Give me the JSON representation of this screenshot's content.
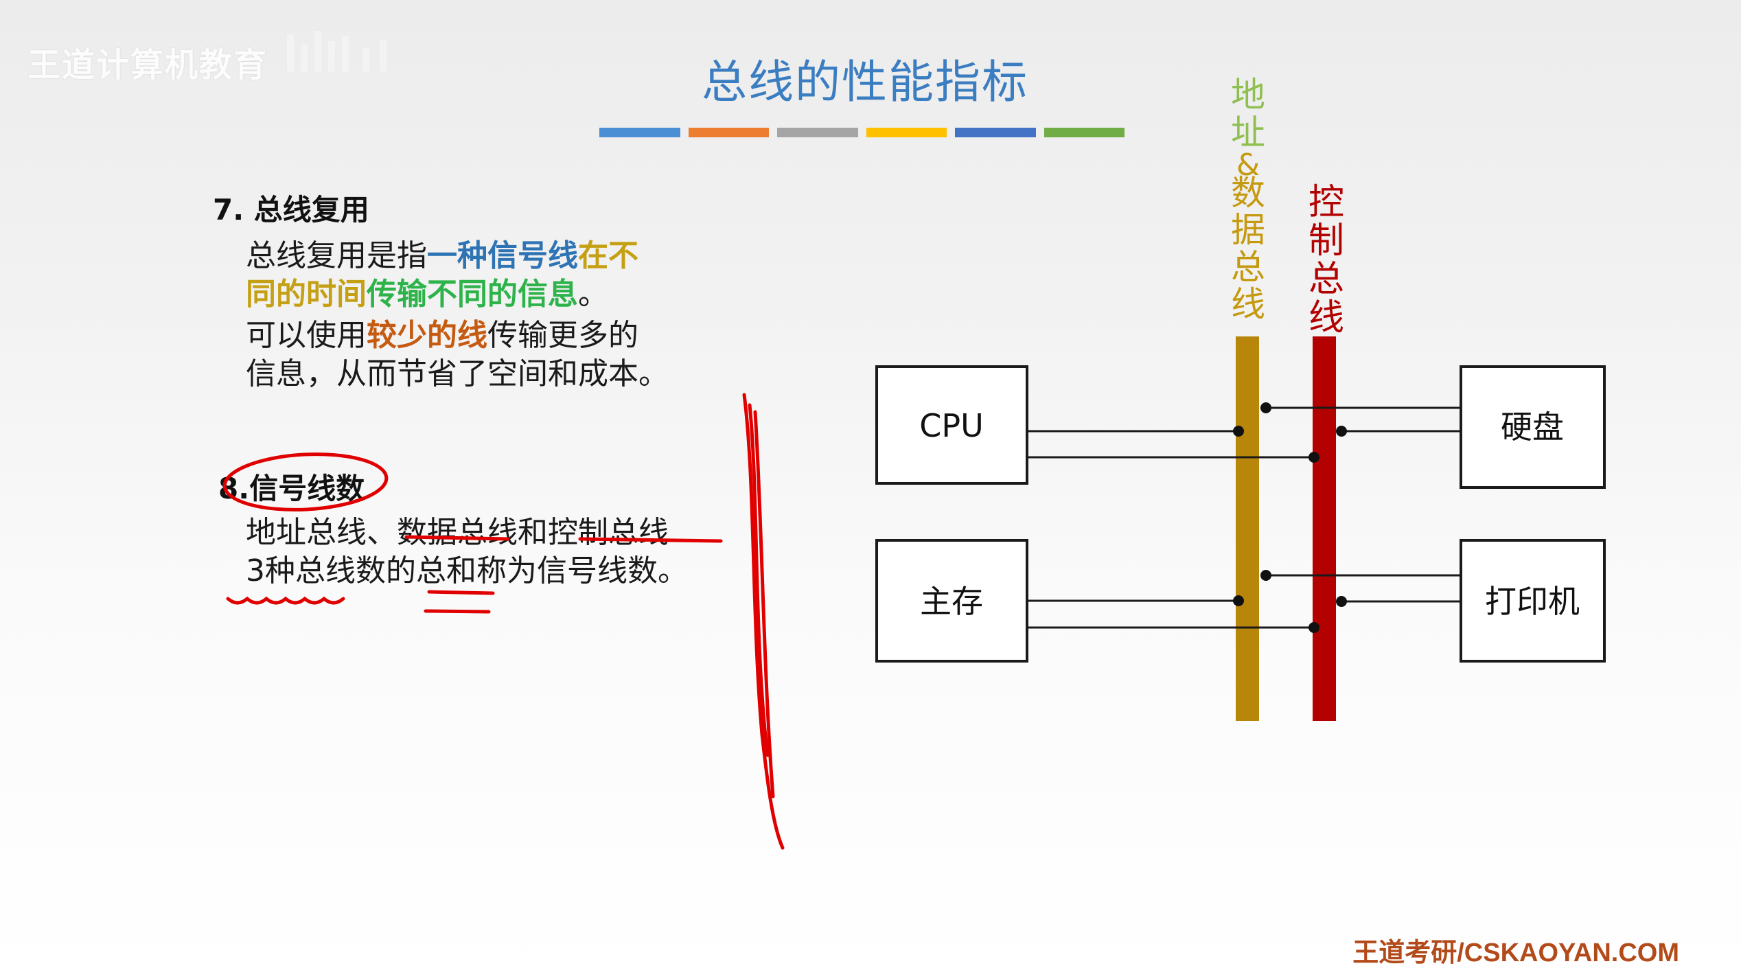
{
  "watermark": "王道计算机教育",
  "title": "总线的性能指标",
  "colors": {
    "title": "#3b7dc1",
    "bar_segments": [
      "#4a8fd4",
      "#ed7d31",
      "#a5a5a5",
      "#ffc000",
      "#4472c4",
      "#70ad47"
    ],
    "addr_data_bus": "#b8860b",
    "control_bus": "#b30000",
    "annotation": "#e00000"
  },
  "section7": {
    "heading": "7. 总线复用",
    "p1": {
      "a": "总线复用是指",
      "b": "一种信号线",
      "c": "在不",
      "d": "同的时间",
      "e": "传输不同的信息",
      "f": "。"
    },
    "p2": {
      "a": "可以使用",
      "b": "较少的线",
      "c": "传输更多的",
      "d": "信息，从而节省了空间和成本。"
    }
  },
  "section8": {
    "num": "8.",
    "heading": "信号线数",
    "line1": "地址总线、数据总线和控制总线",
    "line2": "3种总线数的总和称为信号线数。"
  },
  "diagram": {
    "bus_addr_label": "地址&数据总线",
    "bus_ctrl_label": "控制总线",
    "boxes": {
      "cpu": "CPU",
      "memory": "主存",
      "disk": "硬盘",
      "printer": "打印机"
    }
  },
  "footer": "王道考研/CSKAOYAN.COM"
}
